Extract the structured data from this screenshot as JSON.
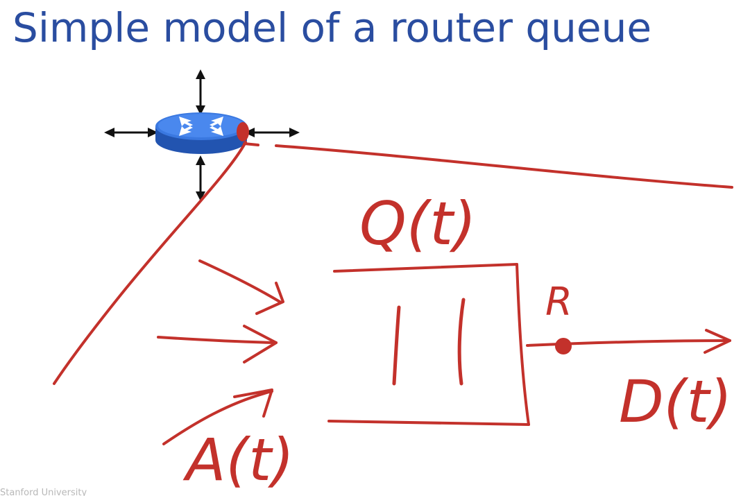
{
  "slide": {
    "title": "Simple model of a router queue",
    "footer": "Stanford University"
  },
  "diagram": {
    "labels": {
      "queue_occupancy": "Q(t)",
      "arrivals": "A(t)",
      "departures": "D(t)",
      "rate": "R"
    }
  },
  "colors": {
    "title": "#2a4da0",
    "ink": "#c3312b",
    "router_body": "#3a78e0",
    "router_side": "#2254b0",
    "arrow": "#111111"
  },
  "icons": {
    "router": "router-icon",
    "connection_arrows": "bidirectional-arrow-icon",
    "output_port": "port-dot-icon"
  }
}
